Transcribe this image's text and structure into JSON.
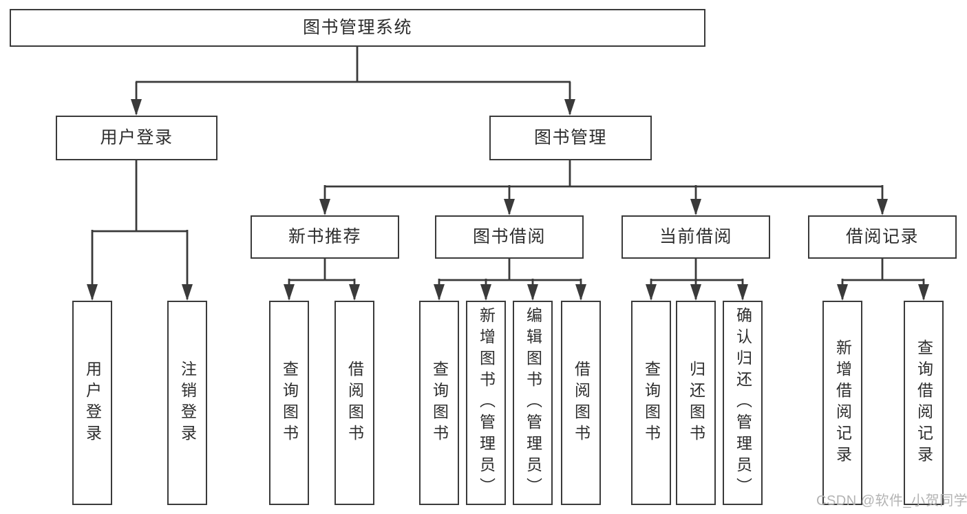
{
  "colors": {
    "background": "#ffffff",
    "line": "#3a3a3a",
    "box_border": "#3a3a3a",
    "text": "#2d2d2d",
    "watermark": "#b3b3b3"
  },
  "nodes": {
    "root": "图书管理系统",
    "user_login": {
      "label": "用户登录",
      "children": [
        "用户登录",
        "注销登录"
      ]
    },
    "book_mgmt": {
      "label": "图书管理",
      "groups": [
        {
          "label": "新书推荐",
          "children": [
            "查询图书",
            "借阅图书"
          ]
        },
        {
          "label": "图书借阅",
          "children": [
            "查询图书",
            "新增图书（管理员）",
            "编辑图书（管理员）",
            "借阅图书"
          ]
        },
        {
          "label": "当前借阅",
          "children": [
            "查询图书",
            "归还图书",
            "确认归还（管理员）"
          ]
        },
        {
          "label": "借阅记录",
          "children": [
            "新增借阅记录",
            "查询借阅记录"
          ]
        }
      ]
    }
  },
  "watermark": {
    "text": "CSDN @软件_小贺同学"
  }
}
